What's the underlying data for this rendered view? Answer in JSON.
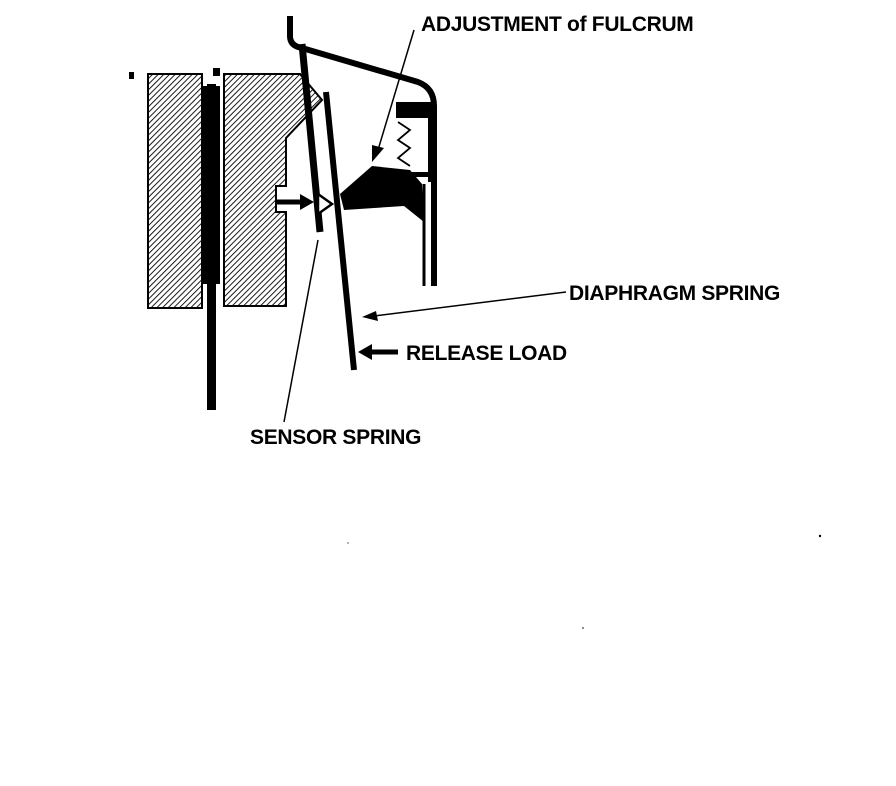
{
  "labels": {
    "fulcrum": "ADJUSTMENT of FULCRUM",
    "diaphragm": "DIAPHRAGM SPRING",
    "release": "RELEASE LOAD",
    "sensor": "SENSOR SPRING"
  },
  "colors": {
    "ink": "#000000",
    "paper": "#ffffff"
  }
}
